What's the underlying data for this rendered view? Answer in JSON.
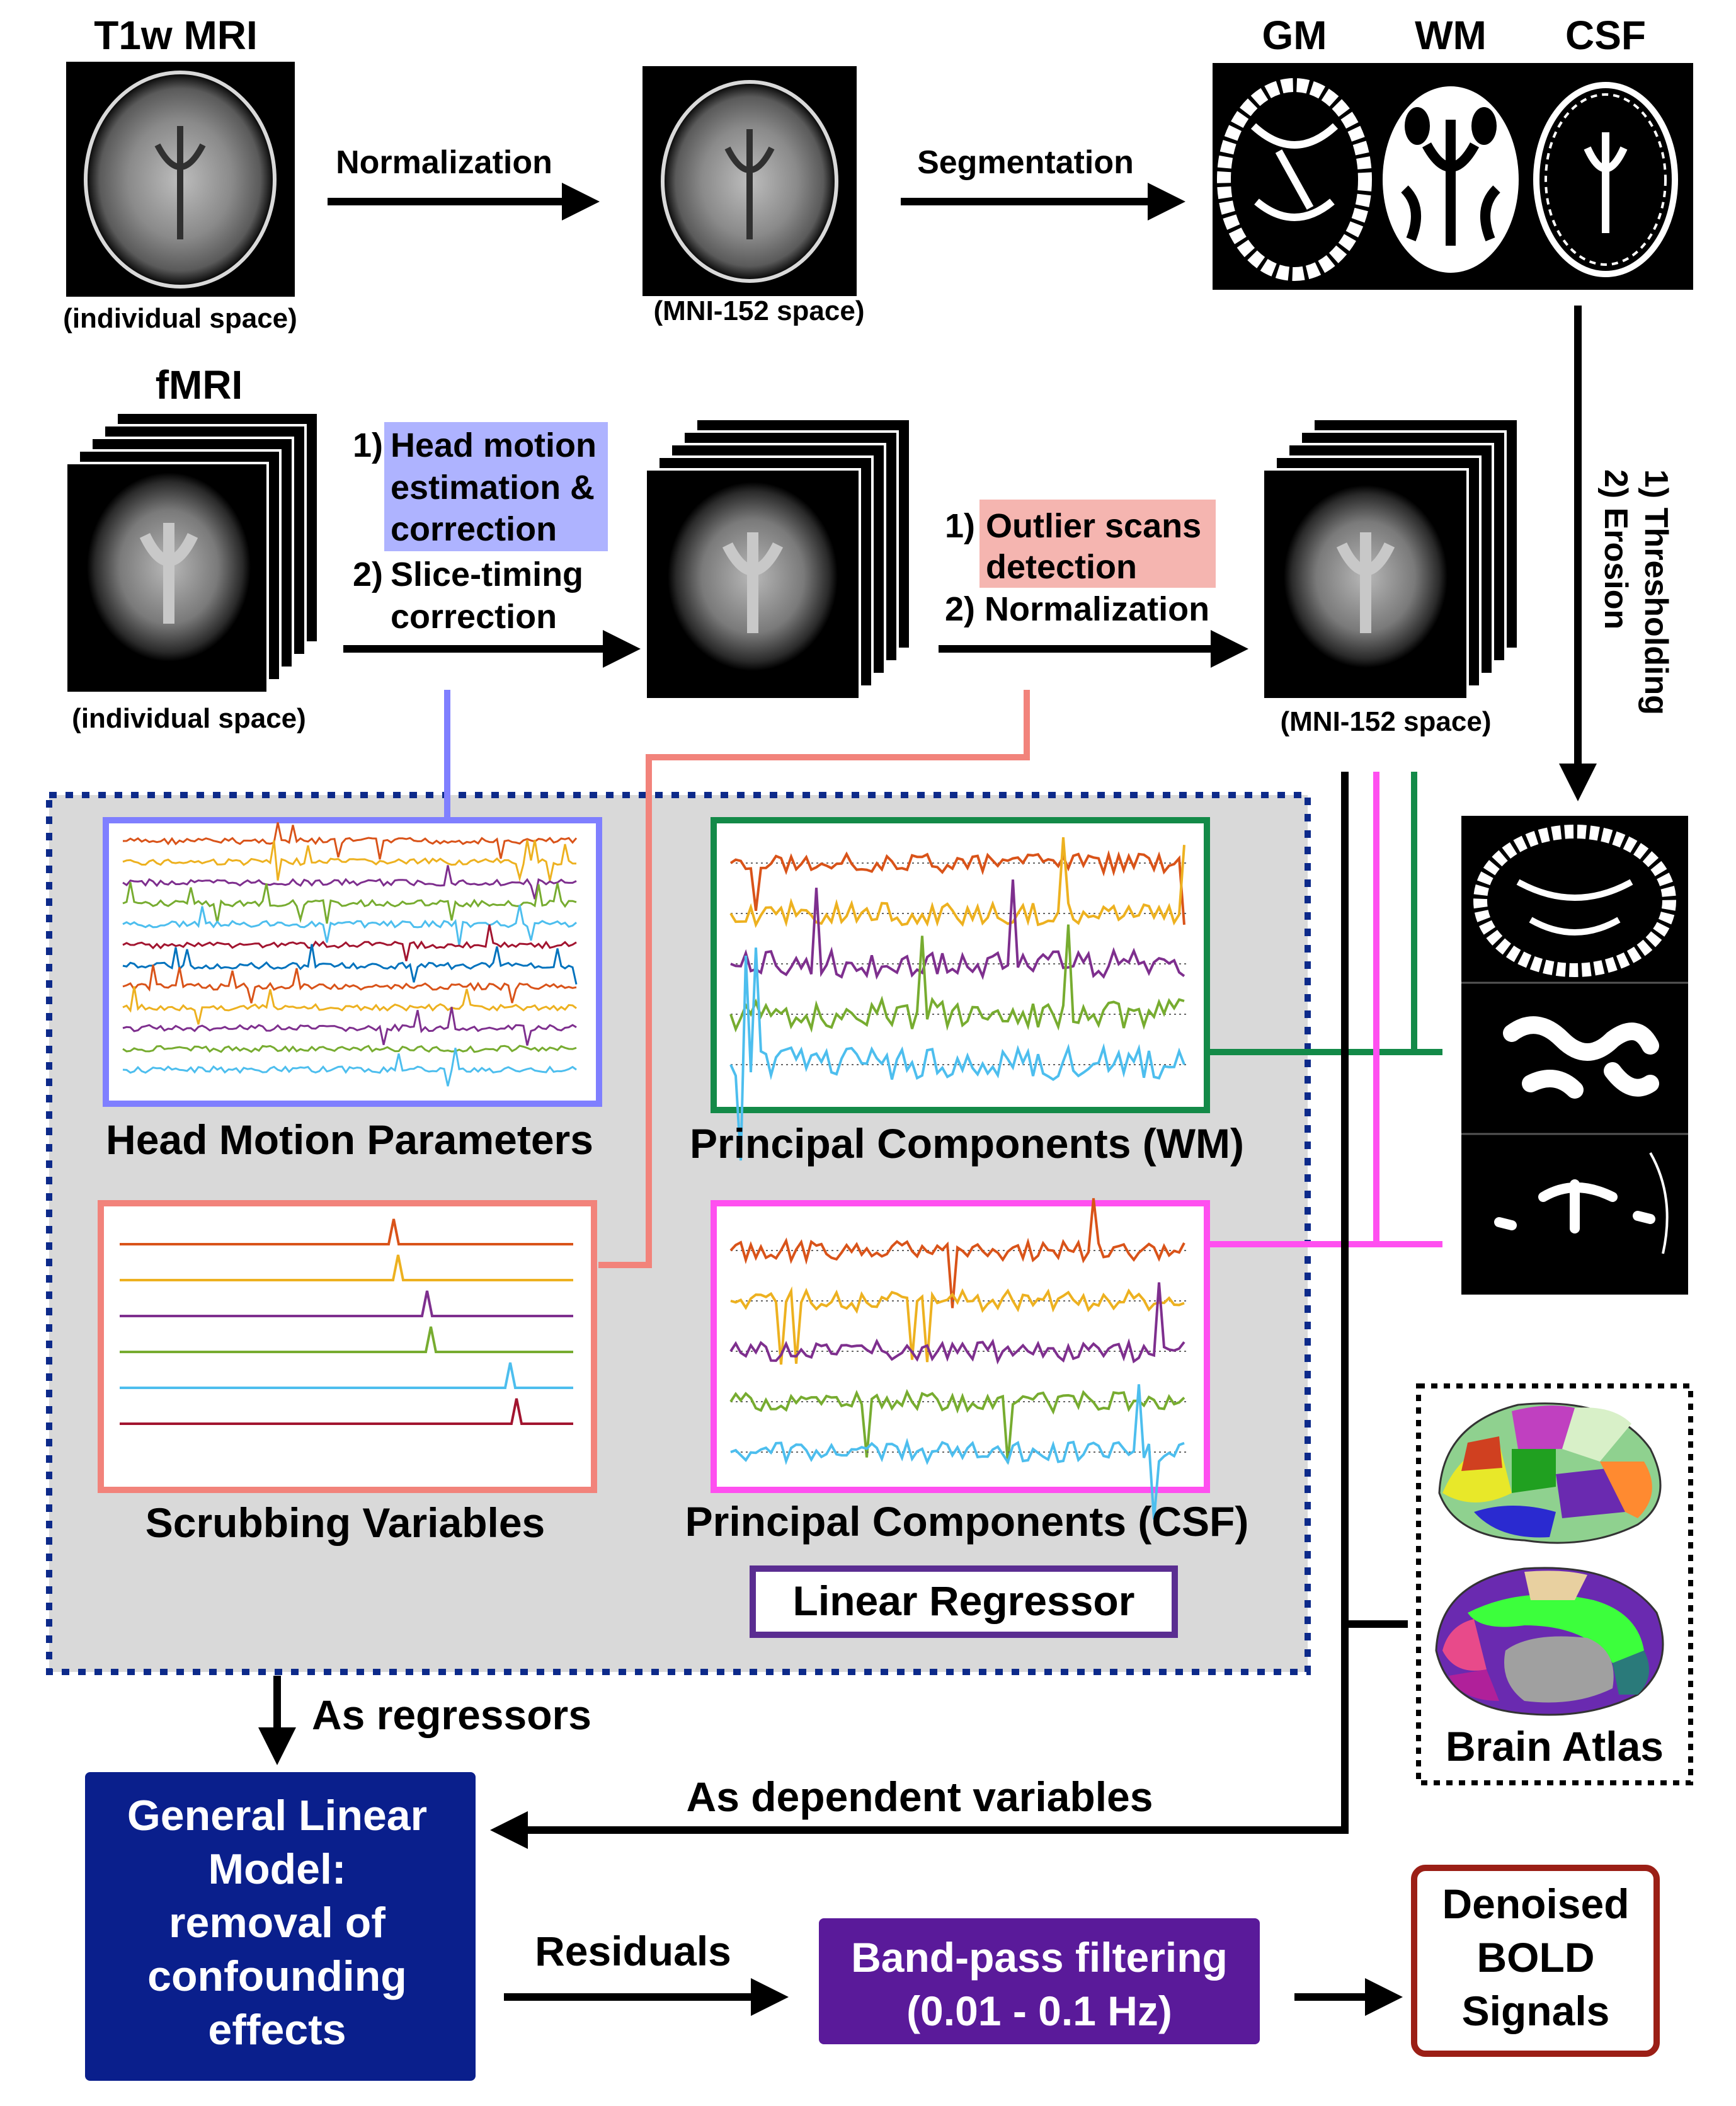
{
  "labels": {
    "t1w_title": "T1w MRI",
    "t1w_individual": "(individual space)",
    "t1w_mni": "(MNI-152 space)",
    "normalization": "Normalization",
    "segmentation": "Segmentation",
    "gm": "GM",
    "wm": "WM",
    "csf": "CSF",
    "fmri_title": "fMRI",
    "fmri_individual": "(individual space)",
    "fmri_mni": "(MNI-152 space)",
    "step1_num": "1)",
    "step1_line1": "Head motion",
    "step1_line2": "estimation &",
    "step1_line3": "correction",
    "step2_num": "2)",
    "step2_line1": "Slice-timing",
    "step2_line2": "correction",
    "outlier_num": "1)",
    "outlier_line1": "Outlier scans",
    "outlier_line2": "detection",
    "norm2": "2) Normalization",
    "thresholding": "1) Thresholding",
    "erosion": "2) Erosion",
    "head_motion_params": "Head Motion Parameters",
    "pc_wm": "Principal Components (WM)",
    "scrubbing": "Scrubbing Variables",
    "pc_csf": "Principal Components (CSF)",
    "linear_regressor": "Linear Regressor",
    "brain_atlas": "Brain Atlas",
    "as_regressors": "As regressors",
    "as_dependent": "As dependent variables",
    "glm_line1": "General Linear",
    "glm_line2": "Model:",
    "glm_line3": "removal of",
    "glm_line4": "confounding",
    "glm_line5": "effects",
    "residuals": "Residuals",
    "bandpass_line1": "Band-pass filtering",
    "bandpass_line2": "(0.01 - 0.1 Hz)",
    "denoised_line1": "Denoised",
    "denoised_line2": "BOLD",
    "denoised_line3": "Signals"
  },
  "colors": {
    "motion": "#7f7fff",
    "motion_highlight": "#aeb3ff",
    "outlier": "#f2837b",
    "outlier_highlight": "#f5b5b0",
    "wm": "#138a48",
    "csf": "#ff4ff0",
    "regressor": "#5a2d91",
    "glm": "#0a1f8c",
    "bandpass": "#5a1a9a",
    "denoised": "#9b1f16",
    "panel_bg": "#d9d9d9",
    "panel_border": "#0d2a8a"
  },
  "trace_colors": [
    "#d95319",
    "#edb120",
    "#7e2f8e",
    "#77ac30",
    "#4dbeee",
    "#a2142f",
    "#0072bd"
  ]
}
